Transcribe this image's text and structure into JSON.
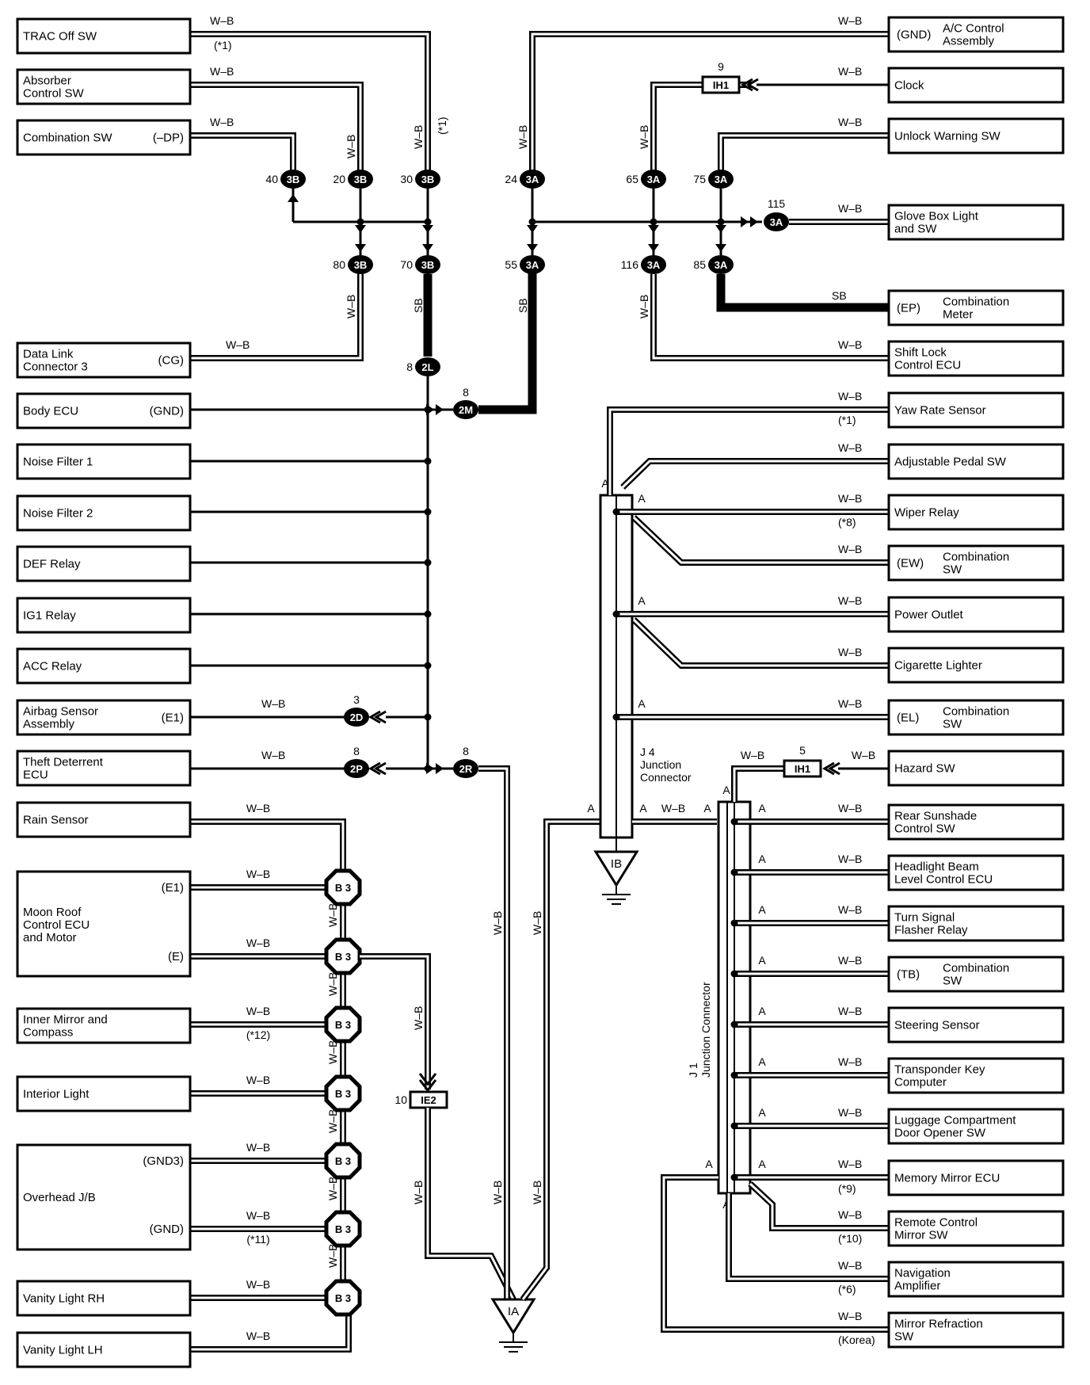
{
  "left_components": [
    {
      "name": [
        "TRAC Off SW"
      ],
      "pin": ""
    },
    {
      "name": [
        "Absorber",
        "Control SW"
      ],
      "pin": ""
    },
    {
      "name": [
        "Combination SW"
      ],
      "pin": "(–DP)"
    },
    {
      "name": [
        "Data Link",
        "Connector 3"
      ],
      "pin": "(CG)"
    },
    {
      "name": [
        "Body ECU"
      ],
      "pin": "(GND)"
    },
    {
      "name": [
        "Noise Filter 1"
      ],
      "pin": ""
    },
    {
      "name": [
        "Noise Filter 2"
      ],
      "pin": ""
    },
    {
      "name": [
        "DEF Relay"
      ],
      "pin": ""
    },
    {
      "name": [
        "IG1 Relay"
      ],
      "pin": ""
    },
    {
      "name": [
        "ACC Relay"
      ],
      "pin": ""
    },
    {
      "name": [
        "Airbag Sensor",
        "Assembly"
      ],
      "pin": "(E1)"
    },
    {
      "name": [
        "Theft Deterrent",
        "ECU"
      ],
      "pin": ""
    },
    {
      "name": [
        "Rain Sensor"
      ],
      "pin": ""
    },
    {
      "name": [
        "Moon Roof",
        "Control ECU",
        "and Motor"
      ],
      "pin": "(E1)",
      "pin2": "(E)"
    },
    {
      "name": [
        "Inner Mirror and",
        "Compass"
      ],
      "pin": ""
    },
    {
      "name": [
        "Interior Light"
      ],
      "pin": ""
    },
    {
      "name": [
        "Overhead J/B"
      ],
      "pin": "(GND3)",
      "pin2": "(GND)"
    },
    {
      "name": [
        "Vanity Light RH"
      ],
      "pin": ""
    },
    {
      "name": [
        "Vanity Light LH"
      ],
      "pin": ""
    }
  ],
  "right_components": [
    {
      "name": [
        "A/C Control",
        "Assembly"
      ],
      "pin": "(GND)"
    },
    {
      "name": [
        "Clock"
      ],
      "pin": ""
    },
    {
      "name": [
        "Unlock Warning SW"
      ],
      "pin": ""
    },
    {
      "name": [
        "Glove Box Light",
        "and SW"
      ],
      "pin": ""
    },
    {
      "name": [
        "Combination",
        "Meter"
      ],
      "pin": "(EP)"
    },
    {
      "name": [
        "Shift Lock",
        "Control ECU"
      ],
      "pin": ""
    },
    {
      "name": [
        "Yaw Rate Sensor"
      ],
      "pin": ""
    },
    {
      "name": [
        "Adjustable Pedal SW"
      ],
      "pin": ""
    },
    {
      "name": [
        "Wiper Relay"
      ],
      "pin": ""
    },
    {
      "name": [
        "Combination",
        "SW"
      ],
      "pin": "(EW)"
    },
    {
      "name": [
        "Power Outlet"
      ],
      "pin": ""
    },
    {
      "name": [
        "Cigarette Lighter"
      ],
      "pin": ""
    },
    {
      "name": [
        "Combination",
        "SW"
      ],
      "pin": "(EL)"
    },
    {
      "name": [
        "Hazard SW"
      ],
      "pin": ""
    },
    {
      "name": [
        "Rear Sunshade",
        "Control SW"
      ],
      "pin": ""
    },
    {
      "name": [
        "Headlight Beam",
        "Level Control ECU"
      ],
      "pin": ""
    },
    {
      "name": [
        "Turn Signal",
        "Flasher Relay"
      ],
      "pin": ""
    },
    {
      "name": [
        "Combination",
        "SW"
      ],
      "pin": "(TB)"
    },
    {
      "name": [
        "Steering Sensor"
      ],
      "pin": ""
    },
    {
      "name": [
        "Transponder Key",
        "Computer"
      ],
      "pin": ""
    },
    {
      "name": [
        "Luggage Compartment",
        "Door Opener SW"
      ],
      "pin": ""
    },
    {
      "name": [
        "Memory Mirror ECU"
      ],
      "pin": ""
    },
    {
      "name": [
        "Remote Control",
        "Mirror SW"
      ],
      "pin": ""
    },
    {
      "name": [
        "Navigation",
        "Amplifier"
      ],
      "pin": ""
    },
    {
      "name": [
        "Mirror Refraction",
        "SW"
      ],
      "pin": ""
    }
  ],
  "wire_colors": [
    "W–B",
    "SB"
  ],
  "notes": [
    "(*1)",
    "(*8)",
    "(*12)",
    "(*11)",
    "(*9)",
    "(*10)",
    "(*6)",
    "(Korea)"
  ],
  "connectors": {
    "c3b40": {
      "pin": "40",
      "id": "3B"
    },
    "c3b20": {
      "pin": "20",
      "id": "3B"
    },
    "c3b30": {
      "pin": "30",
      "id": "3B"
    },
    "c3a24": {
      "pin": "24",
      "id": "3A"
    },
    "c3a65": {
      "pin": "65",
      "id": "3A"
    },
    "c3a75": {
      "pin": "75",
      "id": "3A"
    },
    "c3a115": {
      "pin": "115",
      "id": "3A"
    },
    "c3b80": {
      "pin": "80",
      "id": "3B"
    },
    "c3b70": {
      "pin": "70",
      "id": "3B"
    },
    "c3a55": {
      "pin": "55",
      "id": "3A"
    },
    "c3a116": {
      "pin": "116",
      "id": "3A"
    },
    "c3a85": {
      "pin": "85",
      "id": "3A"
    },
    "c2l": {
      "pin": "8",
      "id": "2L"
    },
    "c2m": {
      "pin": "8",
      "id": "2M"
    },
    "c2d": {
      "pin": "3",
      "id": "2D"
    },
    "c2p": {
      "pin": "8",
      "id": "2P"
    },
    "c2r": {
      "pin": "8",
      "id": "2R"
    },
    "ih1a": {
      "pin": "9",
      "id": "IH1"
    },
    "ih1b": {
      "pin": "5",
      "id": "IH1"
    },
    "ie2": {
      "pin": "10",
      "id": "IE2"
    },
    "b3": "B 3"
  },
  "grounds": {
    "ia": "IA",
    "ib": "IB"
  },
  "junctions": {
    "j4": [
      "J 4",
      "Junction",
      "Connector"
    ],
    "j1": [
      "J 1",
      "Junction Connector"
    ],
    "pin_a": "A"
  }
}
